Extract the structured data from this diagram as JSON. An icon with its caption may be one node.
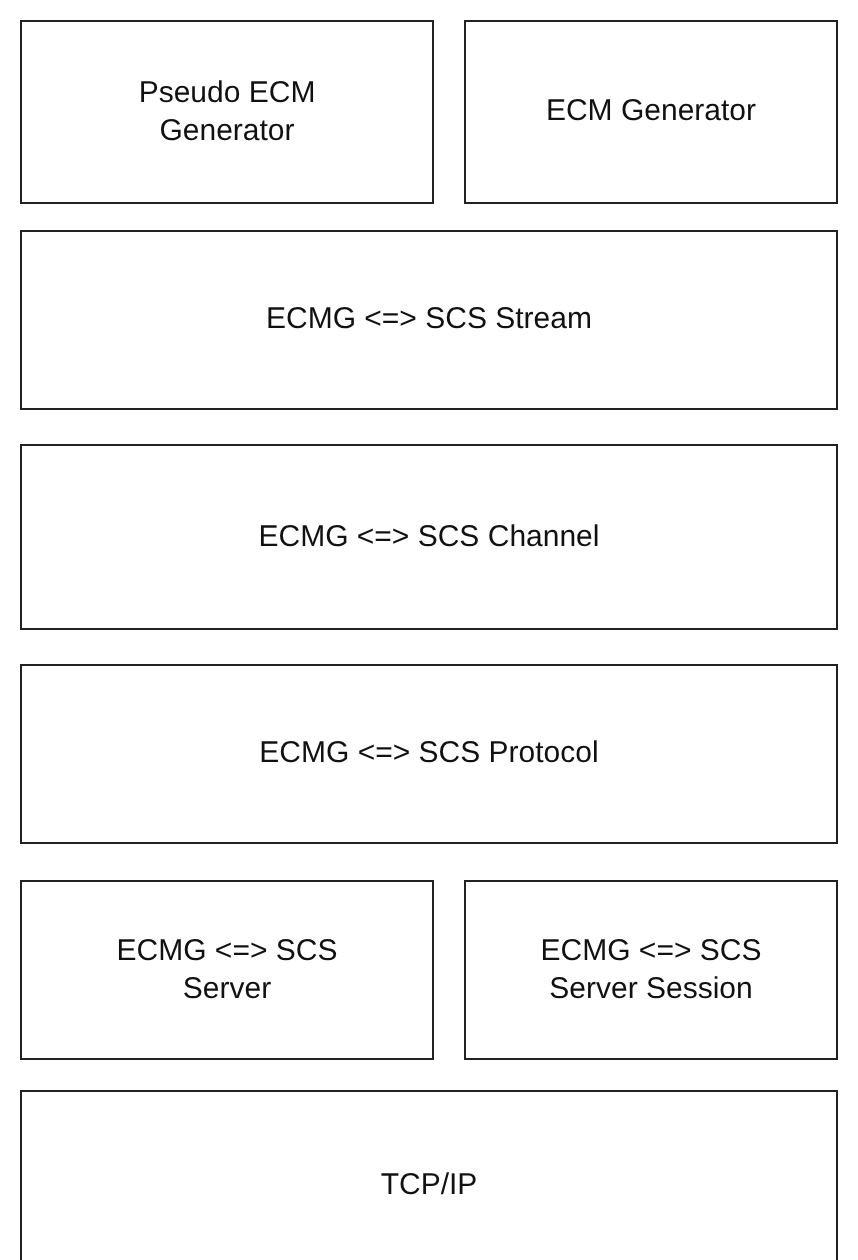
{
  "diagram": {
    "nodes": [
      {
        "text": [
          "Pseudo ECM Generator"
        ]
      },
      {
        "text": [
          "ECM Generator"
        ]
      },
      {
        "text": [
          "ECMG <=> SCS Stream"
        ]
      },
      {
        "text": [
          "ECMG <=> SCS Channel"
        ]
      },
      {
        "text": [
          "ECMG <=> SCS Protocol"
        ]
      },
      {
        "text": [
          "ECMG <=> SCS Server"
        ]
      },
      {
        "text": [
          "ECMG <=> SCS Server Session"
        ]
      },
      {
        "text": [
          "TCP/IP"
        ]
      }
    ]
  }
}
